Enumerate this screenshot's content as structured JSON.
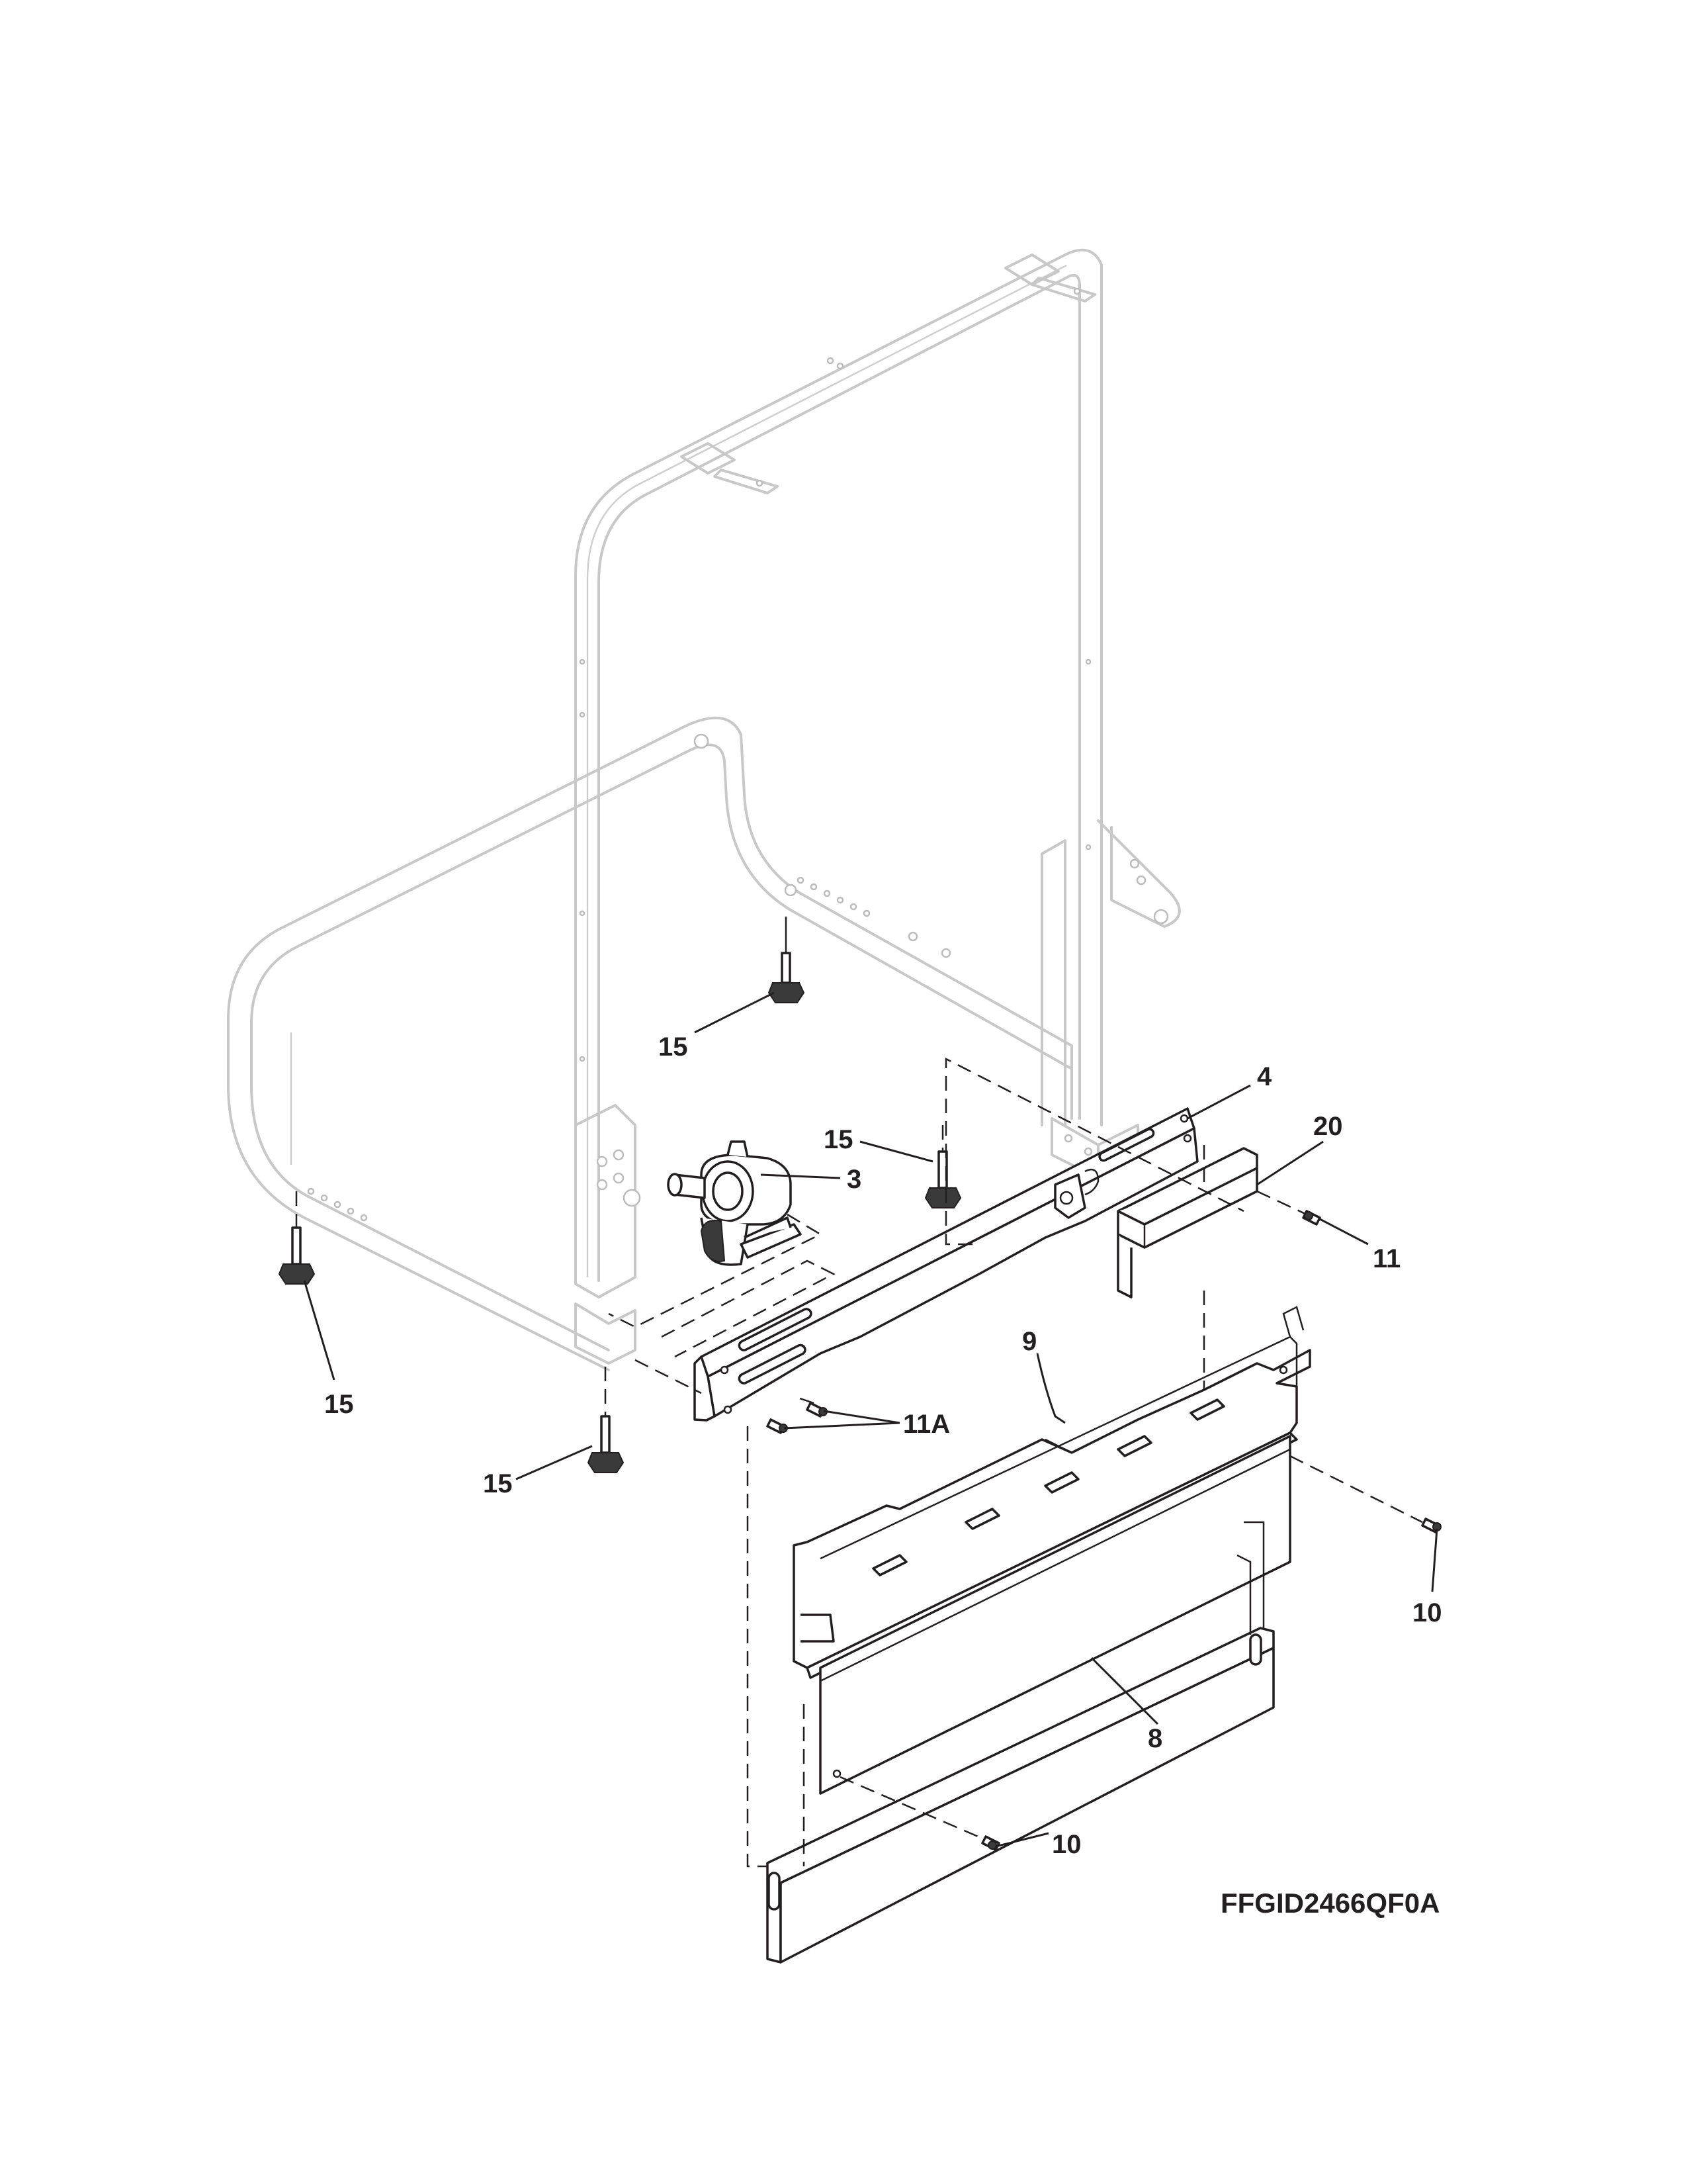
{
  "diagram": {
    "model_code": "FFGID2466QF0A",
    "callouts": {
      "frame_leveler_back": "15",
      "leveler_mid": "15",
      "leveler_left": "15",
      "leveler_front": "15",
      "base_rail": "4",
      "water_valve": "3",
      "bracket": "20",
      "screw_bracket": "11",
      "toe_kick": "9",
      "screws_rail": "11A",
      "screw_right": "10",
      "kick_plate": "8",
      "screw_bottom": "10"
    }
  }
}
